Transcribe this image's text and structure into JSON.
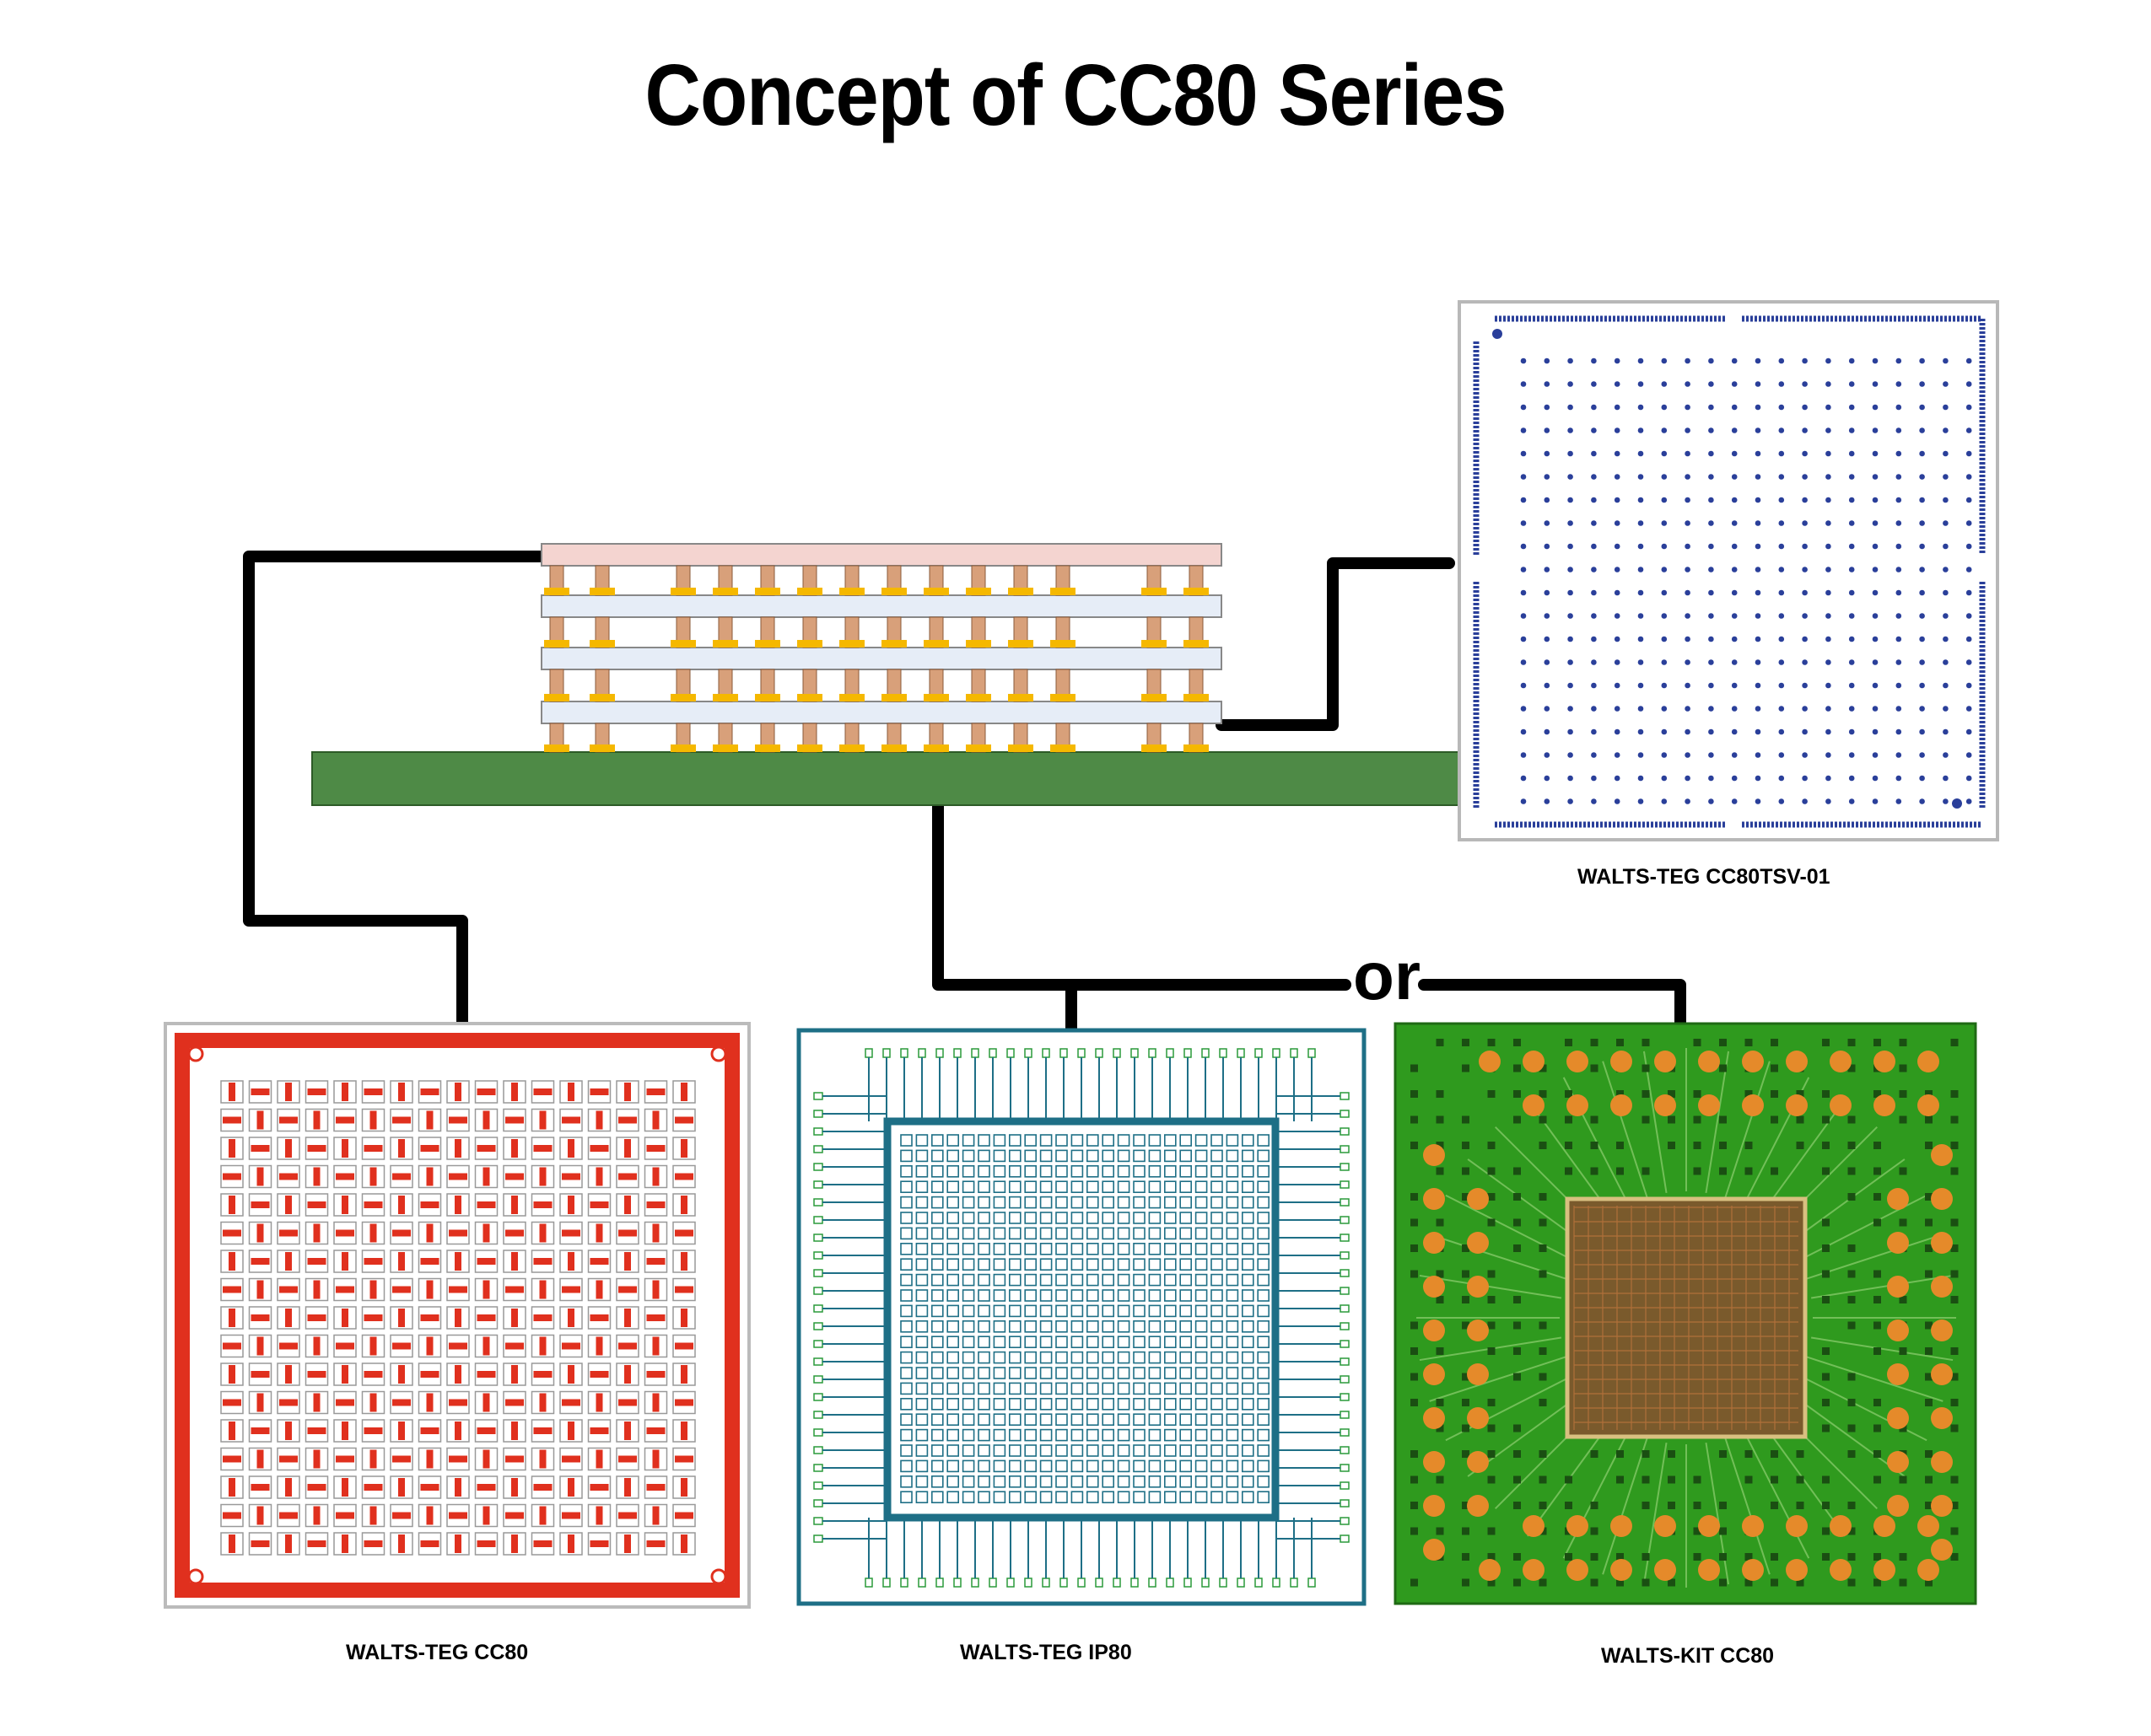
{
  "title": "Concept of CC80 Series",
  "connector_label": "or",
  "devices": [
    {
      "id": "tsv",
      "caption": "WALTS-TEG CC80TSV-01"
    },
    {
      "id": "cc80",
      "caption": "WALTS-TEG CC80"
    },
    {
      "id": "ip80",
      "caption": "WALTS-TEG IP80"
    },
    {
      "id": "kit",
      "caption": "WALTS-KIT CC80"
    }
  ],
  "colors": {
    "substrate": "#4e8a46",
    "top_die": "#f4d4d0",
    "stack_layer": "#e6edf7",
    "bump": "#f5b800",
    "via": "#d8a07a",
    "connector": "#000000",
    "cc80_trace": "#e0301e",
    "ip80_trace": "#1e6f86",
    "kit_board": "#2f9a1e",
    "kit_pad": "#e58a2a",
    "tsv_dot": "#2a3f9a"
  }
}
